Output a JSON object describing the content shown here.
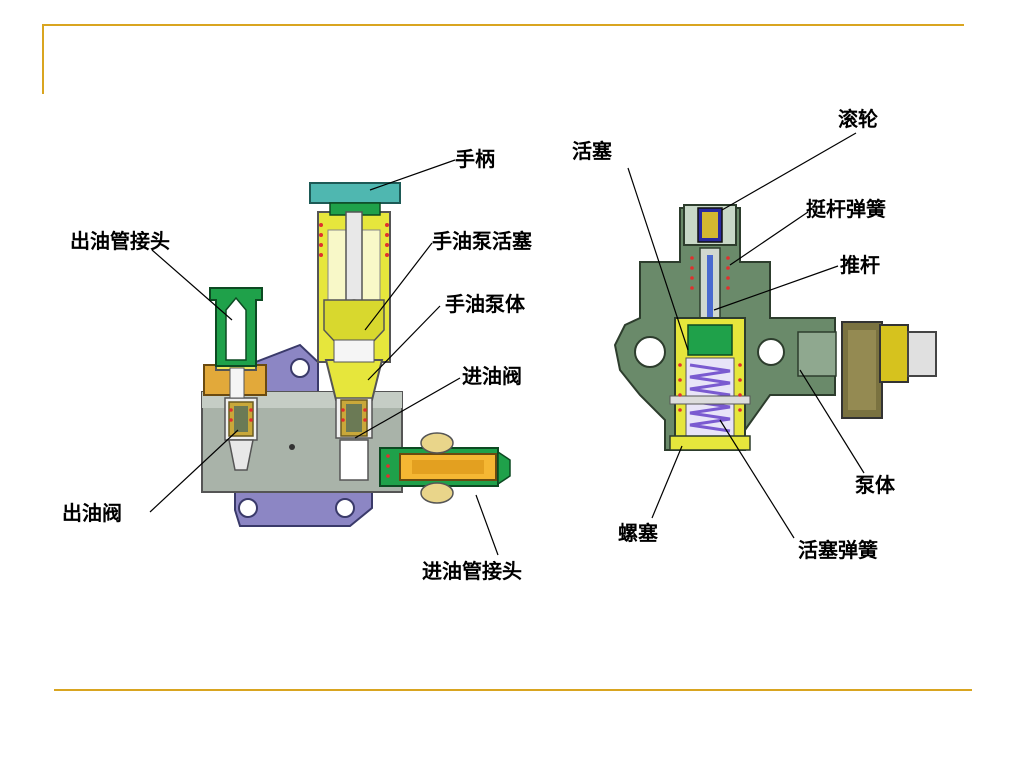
{
  "colors": {
    "accent": "#d9a520",
    "body_gray": "#a9b3a9",
    "plate_purple": "#8c86c4",
    "green": "#1fa14a",
    "teal": "#4fb7b0",
    "yellow": "#e6e63c",
    "dark_green": "#5c7a5c",
    "spring_purple": "#9c7ed6",
    "olive": "#7a7240",
    "nut_yellow": "#d6c21e"
  },
  "labels": {
    "handle": "手柄",
    "outlet_fitting": "出油管接头",
    "hand_pump_piston": "手油泵活塞",
    "hand_pump_body": "手油泵体",
    "inlet_valve": "进油阀",
    "outlet_valve": "出油阀",
    "inlet_fitting": "进油管接头",
    "piston": "活塞",
    "roller": "滚轮",
    "tappet_spring": "挺杆弹簧",
    "push_rod": "推杆",
    "pump_body": "泵体",
    "plug": "螺塞",
    "piston_spring": "活塞弹簧"
  }
}
